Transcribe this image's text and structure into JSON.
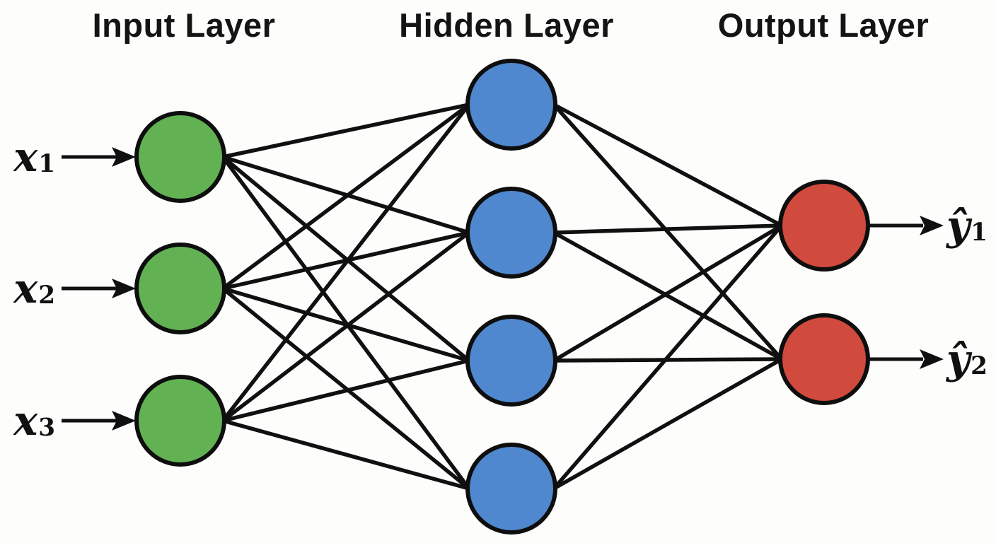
{
  "titles": [
    {
      "text": "Input Layer"
    },
    {
      "text": "Hidden Layer"
    },
    {
      "text": "Output Layer"
    }
  ],
  "input_labels": [
    {
      "base": "x",
      "sub": "1"
    },
    {
      "base": "x",
      "sub": "2"
    },
    {
      "base": "x",
      "sub": "3"
    }
  ],
  "output_labels": [
    {
      "base": "ŷ",
      "sub": "1"
    },
    {
      "base": "ŷ",
      "sub": "2"
    }
  ],
  "network": {
    "type": "feedforward-neural-network",
    "fully_connected": true,
    "layers": [
      {
        "name": "input",
        "label": "Input Layer",
        "nodes": 3,
        "color": "#62b254"
      },
      {
        "name": "hidden",
        "label": "Hidden Layer",
        "nodes": 4,
        "color": "#4f88ce"
      },
      {
        "name": "output",
        "label": "Output Layer",
        "nodes": 2,
        "color": "#d04a3e"
      }
    ],
    "edge_color": "#101010",
    "node_border_color": "#0e0e0e",
    "background": "#fdfdfc"
  }
}
